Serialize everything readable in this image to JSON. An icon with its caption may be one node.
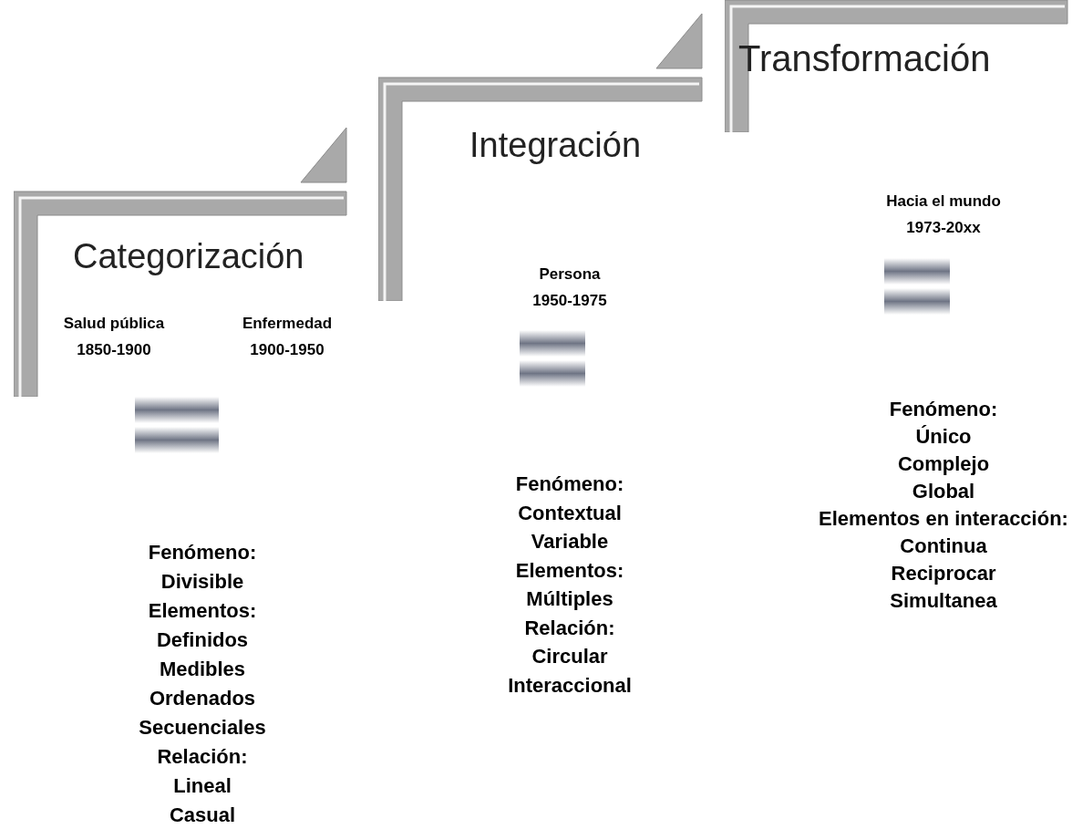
{
  "diagram": {
    "nodes": [
      {
        "text": [
          "Categorización"
        ]
      },
      {
        "text": [
          "Integración"
        ]
      },
      {
        "text": [
          "Transformación"
        ]
      }
    ],
    "labels": [
      "Salud pública 1850-1900",
      "Enfermedad 1900-1950",
      "Fenómeno:",
      "Divisible",
      "Elementos:",
      "Definidos",
      "Medibles",
      "Ordenados",
      "Secuenciales",
      "Relación:",
      "Lineal",
      "Casual",
      "Persona 1950-1975",
      "Fenómeno:",
      "Contextual",
      "Variable",
      "Elementos:",
      "Múltiples",
      "Relación:",
      "Circular",
      "Interaccional",
      "Hacia el mundo 1973-20xx",
      "Fenómeno:",
      "Único",
      "Complejo",
      "Global",
      "Elementos en interacción:",
      "Continua",
      "Reciprocar",
      "Simultanea"
    ]
  }
}
